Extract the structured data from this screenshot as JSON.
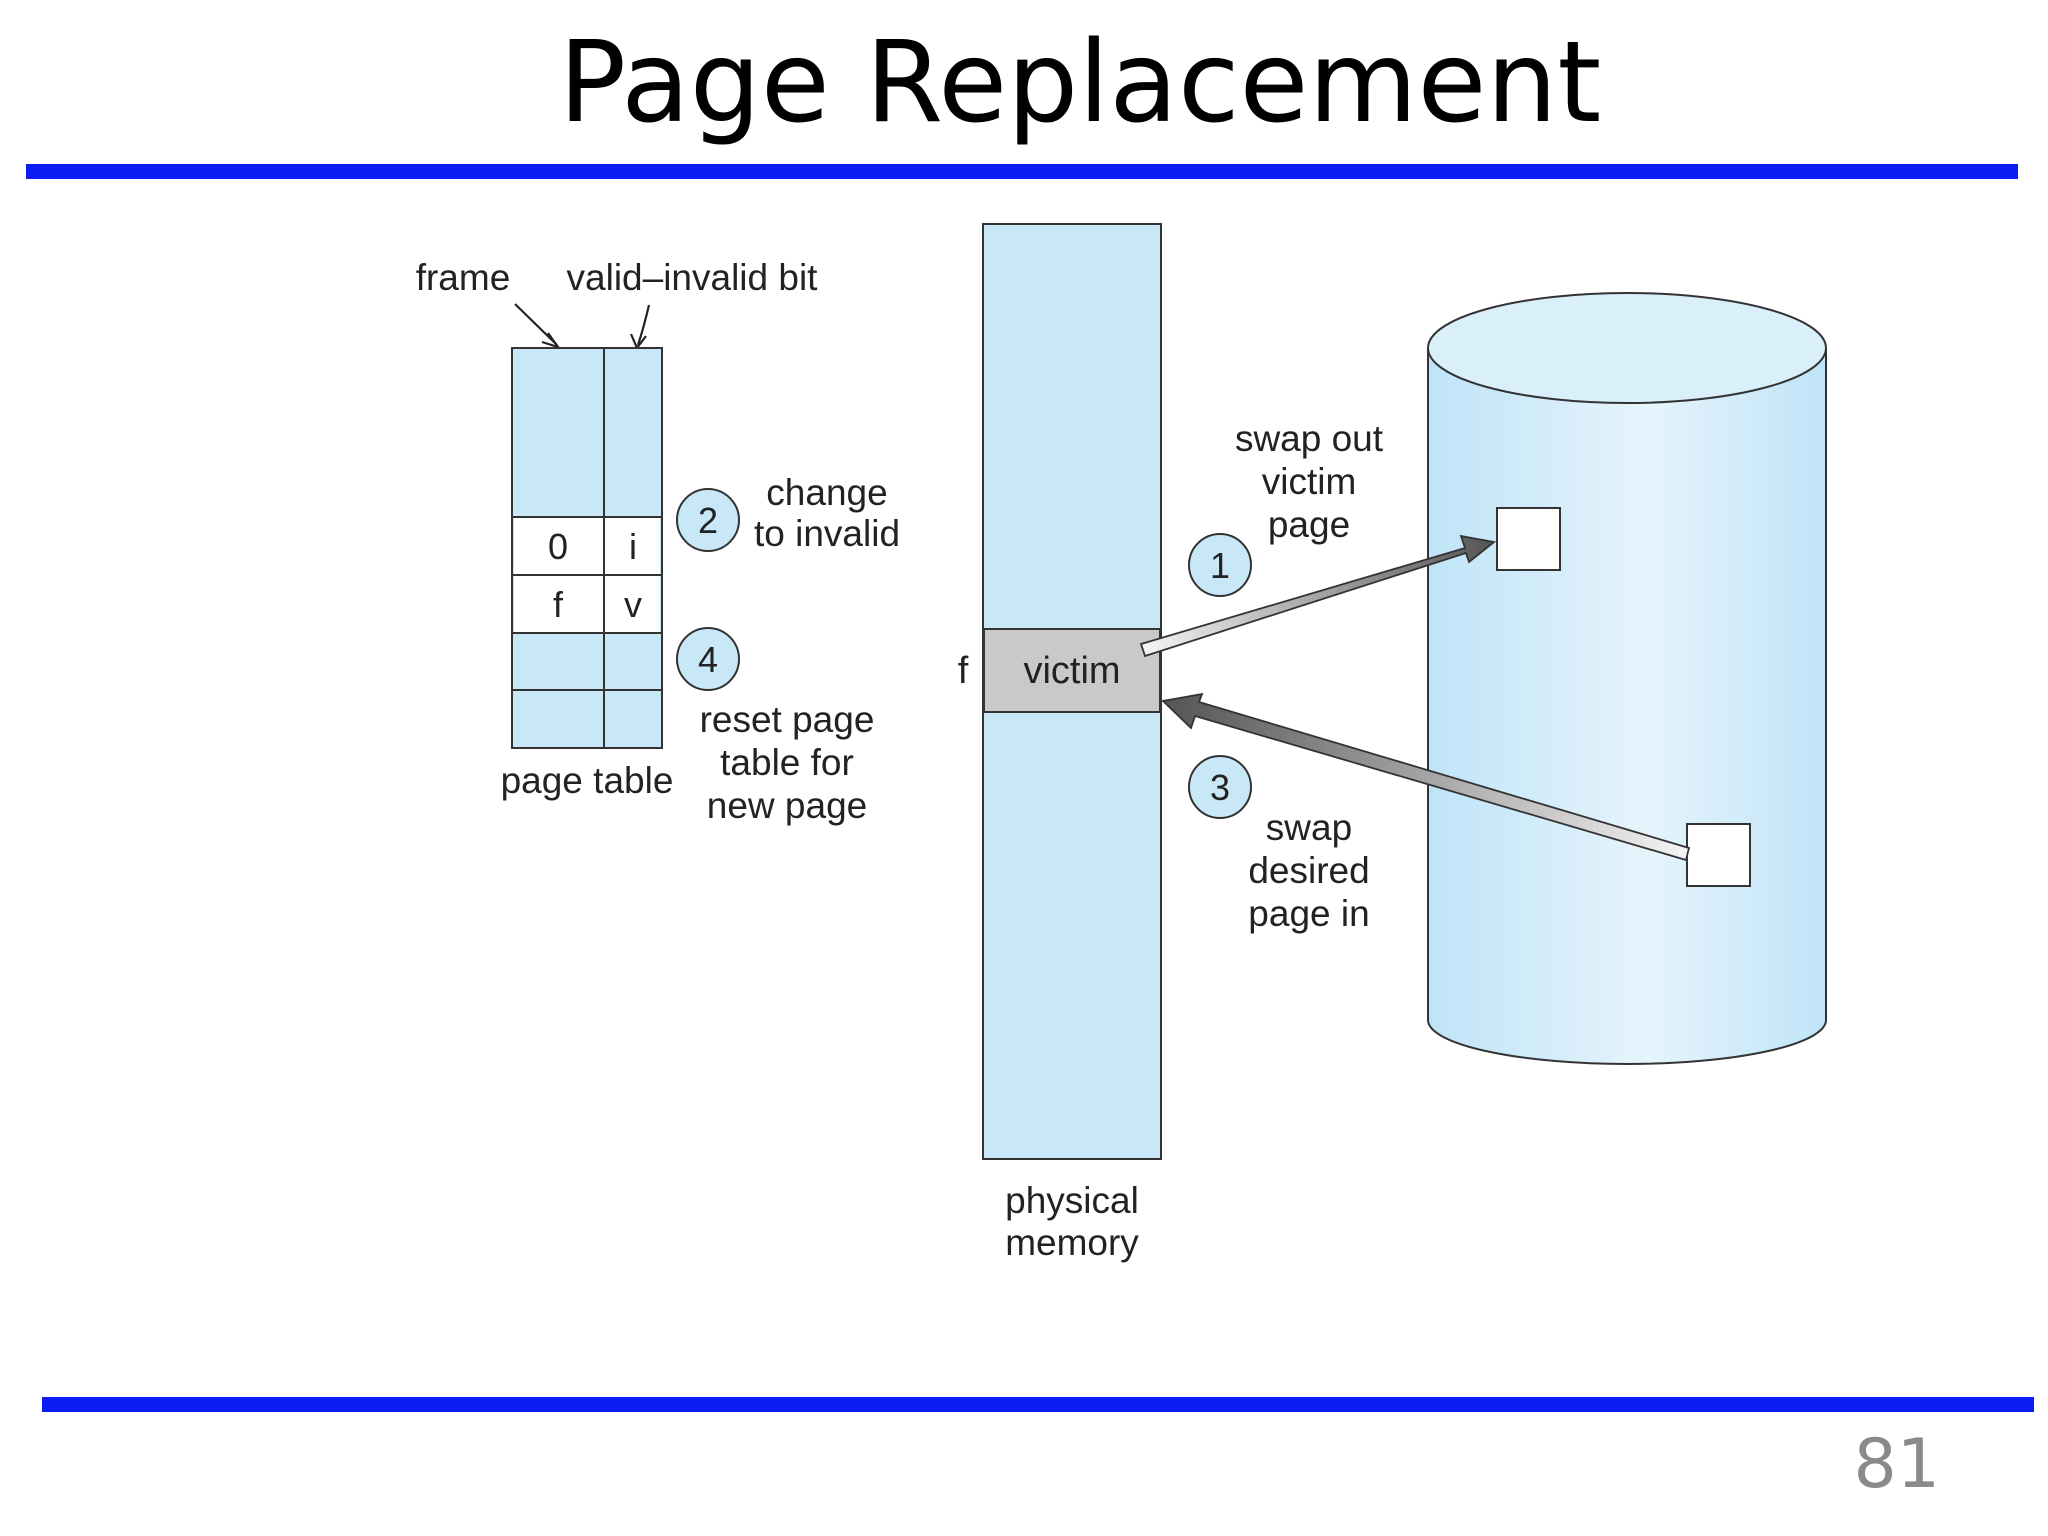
{
  "slide": {
    "title": "Page Replacement",
    "page_number": "81"
  },
  "diagram": {
    "labels": {
      "frame": "frame",
      "valid_invalid_bit": "valid–invalid bit",
      "page_table": "page table",
      "physical_memory_1": "physical",
      "physical_memory_2": "memory",
      "frame_f": "f",
      "victim": "victim"
    },
    "page_table_rows": [
      {
        "frame": "0",
        "bit": "i"
      },
      {
        "frame": "f",
        "bit": "v"
      }
    ],
    "steps": [
      {
        "number": "1",
        "lines": [
          "swap out",
          "victim",
          "page"
        ]
      },
      {
        "number": "2",
        "lines": [
          "change",
          "to invalid"
        ]
      },
      {
        "number": "3",
        "lines": [
          "swap",
          "desired",
          "page in"
        ]
      },
      {
        "number": "4",
        "lines": [
          "reset page",
          "table for",
          "new page"
        ]
      }
    ],
    "colors": {
      "light_blue": "#c8e8f8",
      "victim_gray": "#c9c9c9",
      "accent_blue": "#0a1cf0"
    }
  }
}
